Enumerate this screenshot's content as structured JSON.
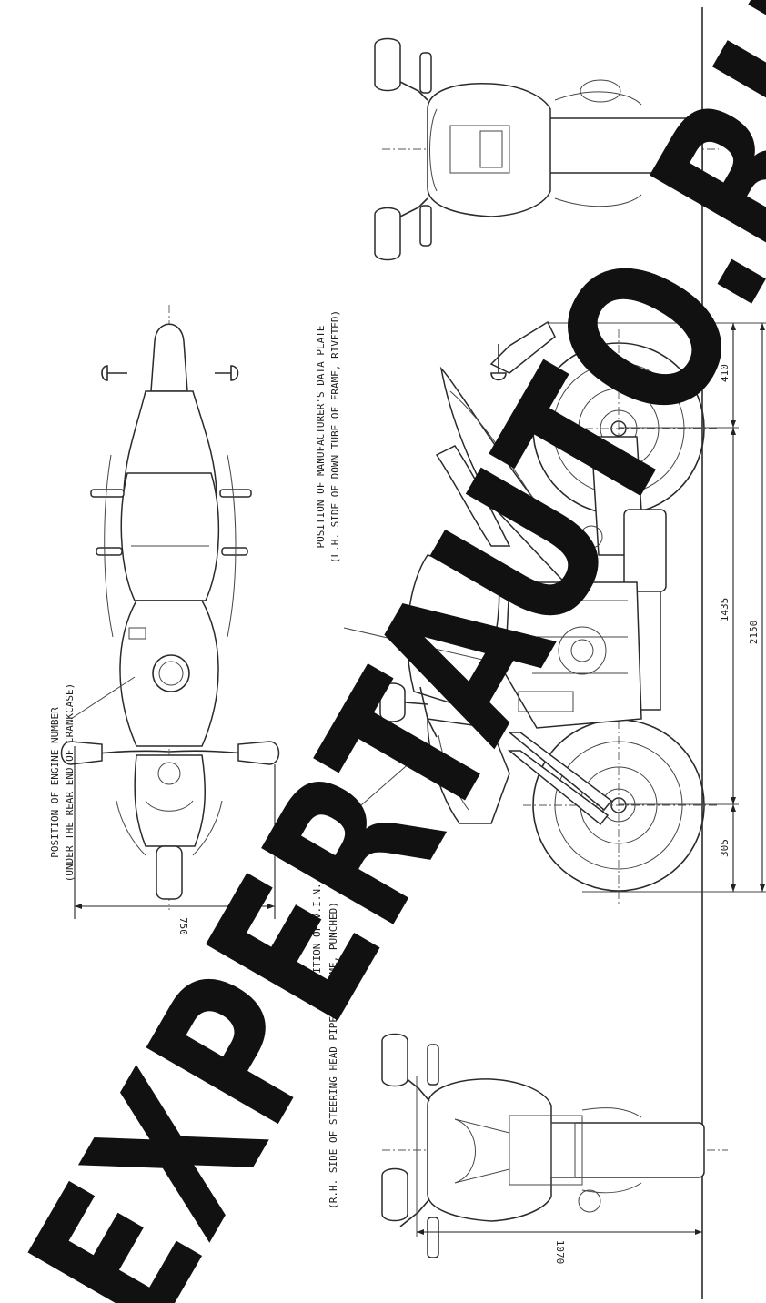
{
  "labels": {
    "engine_number_1": "POSITION OF ENGINE NUMBER",
    "engine_number_2": "(UNDER THE REAR END OF CRANKCASE)",
    "data_plate_1": "POSITION OF MANUFACTURER'S DATA PLATE",
    "data_plate_2": "(L.H. SIDE OF DOWN TUBE OF FRAME, RIVETED)",
    "vin_1": "POSITION OF V.I.N.",
    "vin_2": "(R.H. SIDE OF STEERING HEAD PIPE OF FRAME, PUNCHED)"
  },
  "dimensions": {
    "width": "750",
    "height": "1070",
    "rear_overhang": "410",
    "wheelbase": "1435",
    "overall_length": "2150",
    "front_overhang": "305"
  },
  "watermark": "EXPERTAUTO.RU",
  "colors": {
    "ink": "#222222",
    "paper": "#ffffff"
  }
}
